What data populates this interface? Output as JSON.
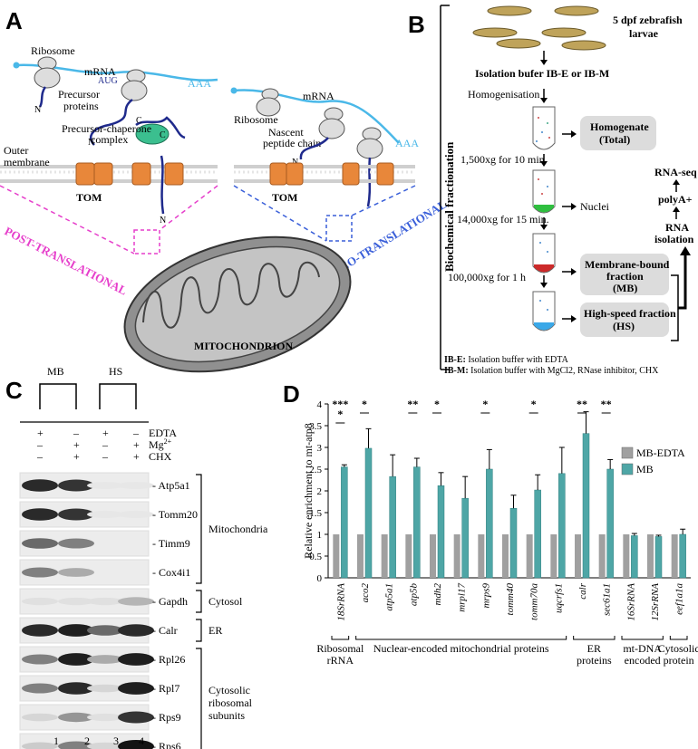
{
  "panel_a": {
    "letter": "A",
    "ribosome": "Ribosome",
    "mrna": "mRNA",
    "aug": "AUG",
    "polya": "AAA",
    "precursor_proteins": "Precursor proteins",
    "precursor_line1": "Precursor",
    "precursor_line2": "proteins",
    "chaperone_line1": "Precursor-chaperone",
    "chaperone_line2": "complex",
    "outer_line1": "Outer",
    "outer_line2": "membrane",
    "tom": "TOM",
    "ribosome2": "Ribosome",
    "mrna2": "mRNA",
    "nascent_line1": "Nascent",
    "nascent_line2": "peptide chain",
    "n": "N",
    "c": "C",
    "post": "POST-TRANSLATIONAL",
    "co": "CO-TRANSLATIONAL",
    "mito": "MITOCHONDRION",
    "colors": {
      "post": "#e63fcb",
      "co": "#3a5fd9",
      "mrna": "#4ab8e8",
      "protein": "#1f2a8c",
      "tom": "#e8873a",
      "chaperone": "#3bbf8f"
    }
  },
  "panel_b": {
    "letter": "B",
    "larvae_line1": "5 dpf zebrafish",
    "larvae_line2": "larvae",
    "isolation": "Isolation bufer IB-E or IB-M",
    "homog": "Homogenisation",
    "total_line1": "Homogenate",
    "total_line2": "(Total)",
    "step1": "1,500xg for 10 min.",
    "nuclei": "Nuclei",
    "step2": "14,000xg for 15 min.",
    "step3": "100,000xg for 1 h",
    "mb_line1": "Membrane-bound",
    "mb_line2": "fraction",
    "mb_line3": "(MB)",
    "hs_line1": "High-speed fraction",
    "hs_line2": "(HS)",
    "side": "Biochemical fractionation",
    "rnaseq": "RNA-seq",
    "polya": "polyA+",
    "rna_line1": "RNA",
    "rna_line2": "isolation",
    "ibe_key": "IB-E:",
    "ibe_text": " Isolation buffer with EDTA",
    "ibm_key": "IB-M:",
    "ibm_text": " Isolation buffer with MgCl2, RNase inhibitor, CHX"
  },
  "panel_c": {
    "letter": "C",
    "mb": "MB",
    "hs": "HS",
    "conditions": [
      {
        "label": "EDTA",
        "marks": [
          "+",
          "–",
          "+",
          "–"
        ]
      },
      {
        "label": "Mg2+",
        "marks": [
          "–",
          "+",
          "–",
          "+"
        ]
      },
      {
        "label": "CHX",
        "marks": [
          "–",
          "+",
          "–",
          "+"
        ]
      }
    ],
    "bands": [
      "- Atp5a1",
      "- Tomm20",
      "- Timm9",
      "- Cox4i1",
      "- Gapdh",
      "- Calr",
      "- Rpl26",
      "- Rpl7",
      "- Rps9",
      "- Rps6"
    ],
    "groups": [
      "Mitochondria",
      "Cytosol",
      "ER",
      "Cytosolic",
      "ribosomal",
      "subunits"
    ],
    "lanes": [
      "1",
      "2",
      "3",
      "4"
    ]
  },
  "chart_data": {
    "type": "bar",
    "ylabel": "Relative enrichment to mt-atp8",
    "ylim": [
      0,
      4
    ],
    "yticks": [
      0,
      0.5,
      1,
      1.5,
      2,
      2.5,
      3,
      3.5,
      4
    ],
    "categories": [
      "18SrRNA",
      "aco2",
      "atp5a1",
      "atp5b",
      "mdh2",
      "mrpl17",
      "mrps9",
      "tomm40",
      "tomm70a",
      "uqcrfs1",
      "calr",
      "sec61a1",
      "16SrRNA",
      "12SrRNA",
      "eef1a1a"
    ],
    "series": [
      {
        "name": "MB-EDTA",
        "color": "#a0a0a0",
        "values": [
          1,
          1,
          1,
          1,
          1,
          1,
          1,
          1,
          1,
          1,
          1,
          1,
          1,
          1,
          1
        ]
      },
      {
        "name": "MB",
        "color": "#4ea6a6",
        "values": [
          2.55,
          2.98,
          2.33,
          2.55,
          2.12,
          1.83,
          2.5,
          1.6,
          2.02,
          2.4,
          3.32,
          2.5,
          0.97,
          0.95,
          1.0
        ],
        "errors": [
          0.05,
          0.45,
          0.5,
          0.2,
          0.3,
          0.5,
          0.45,
          0.3,
          0.35,
          0.6,
          0.5,
          0.22,
          0.05,
          0.03,
          0.12
        ]
      }
    ],
    "significance": [
      "***\n*",
      "*",
      "",
      "**",
      "*",
      "",
      "*",
      "",
      "*",
      "",
      "**",
      "**",
      "",
      "",
      ""
    ],
    "groups": [
      {
        "label": "Ribosomal rRNA",
        "lines": [
          "Ribosomal",
          "rRNA"
        ]
      },
      {
        "label": "Nuclear-encoded mitochondrial proteins",
        "lines": [
          "Nuclear-encoded mitochondrial proteins"
        ]
      },
      {
        "label": "ER proteins",
        "lines": [
          "ER",
          "proteins"
        ]
      },
      {
        "label": "mt-DNA encoded",
        "lines": [
          "mt-DNA",
          "encoded"
        ]
      },
      {
        "label": "Cytosolic protein",
        "lines": [
          "Cytosolic",
          "protein"
        ]
      }
    ],
    "legend": "top-right",
    "grid": false
  },
  "panel_d": {
    "letter": "D"
  }
}
